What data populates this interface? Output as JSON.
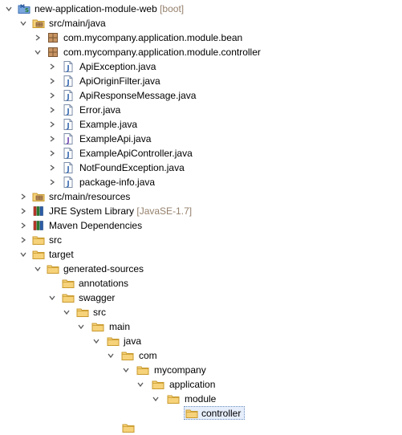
{
  "tree": {
    "project": {
      "label": "new-application-module-web",
      "decoration": "[boot]"
    },
    "src_main_java": "src/main/java",
    "pkg_bean": "com.mycompany.application.module.bean",
    "pkg_controller": "com.mycompany.application.module.controller",
    "files": [
      "ApiException.java",
      "ApiOriginFilter.java",
      "ApiResponseMessage.java",
      "Error.java",
      "Example.java",
      "ExampleApi.java",
      "ExampleApiController.java",
      "NotFoundException.java",
      "package-info.java"
    ],
    "src_main_resources": "src/main/resources",
    "jre": {
      "label": "JRE System Library",
      "decoration": "[JavaSE-1.7]"
    },
    "maven": "Maven Dependencies",
    "src": "src",
    "target": "target",
    "generated_sources": "generated-sources",
    "annotations": "annotations",
    "swagger": "swagger",
    "swagger_src": "src",
    "main": "main",
    "java": "java",
    "com": "com",
    "mycompany": "mycompany",
    "application": "application",
    "module": "module",
    "controller": "controller"
  },
  "icons": {
    "folder_color": "#e8b64b",
    "package_color": "#a9744f",
    "java_color": "#3f6fb5",
    "selection_bg": "#e6eefb"
  }
}
